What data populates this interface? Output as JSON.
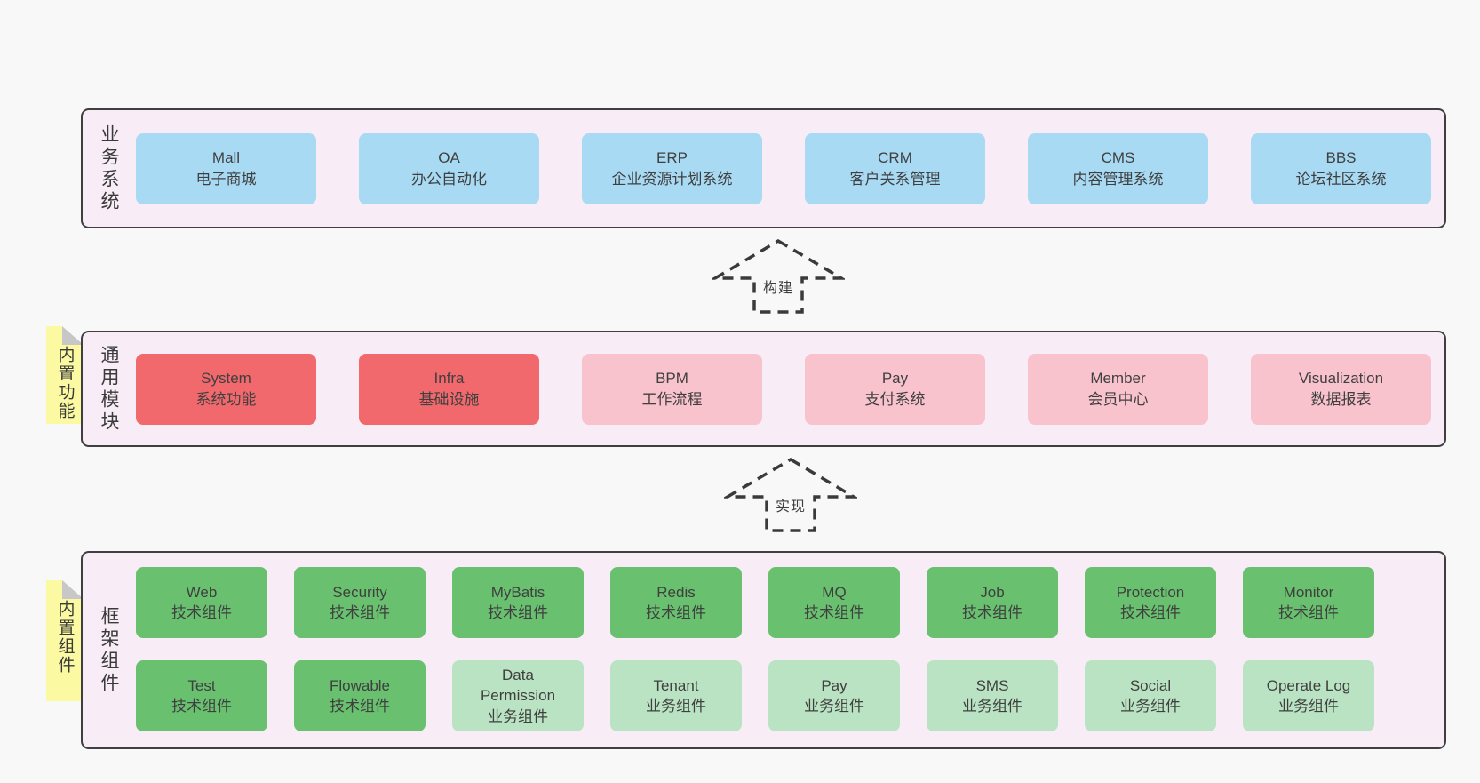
{
  "colors": {
    "page_bg": "#f8f8f8",
    "panel_bg": "#f8edf6",
    "panel_border": "#3f3f3f",
    "box_blue": "#a8daf4",
    "box_red": "#f1696c",
    "box_pink": "#f9c3cd",
    "box_green_dark": "#69c170",
    "box_green_light": "#b9e3c2",
    "sticky_yellow": "#fbf9a2",
    "sticky_fold_gray": "#c7c7c7",
    "text": "#3f3f3f"
  },
  "panel_business": {
    "label": "业务系统",
    "boxes": [
      {
        "name": "Mall",
        "subtitle": "电子商城",
        "variant": "blue"
      },
      {
        "name": "OA",
        "subtitle": "办公自动化",
        "variant": "blue"
      },
      {
        "name": "ERP",
        "subtitle": "企业资源计划系统",
        "variant": "blue"
      },
      {
        "name": "CRM",
        "subtitle": "客户关系管理",
        "variant": "blue"
      },
      {
        "name": "CMS",
        "subtitle": "内容管理系统",
        "variant": "blue"
      },
      {
        "name": "BBS",
        "subtitle": "论坛社区系统",
        "variant": "blue"
      }
    ]
  },
  "arrow_build": {
    "label": "构建"
  },
  "panel_modules": {
    "label": "通用模块",
    "sticky": "内置功能",
    "boxes": [
      {
        "name": "System",
        "subtitle": "系统功能",
        "variant": "red"
      },
      {
        "name": "Infra",
        "subtitle": "基础设施",
        "variant": "red"
      },
      {
        "name": "BPM",
        "subtitle": "工作流程",
        "variant": "pink"
      },
      {
        "name": "Pay",
        "subtitle": "支付系统",
        "variant": "pink"
      },
      {
        "name": "Member",
        "subtitle": "会员中心",
        "variant": "pink"
      },
      {
        "name": "Visualization",
        "subtitle": "数据报表",
        "variant": "pink"
      }
    ]
  },
  "arrow_implement": {
    "label": "实现"
  },
  "panel_framework": {
    "label": "框架组件",
    "sticky": "内置组件",
    "row1": [
      {
        "name": "Web",
        "subtitle": "技术组件",
        "variant": "green_dark"
      },
      {
        "name": "Security",
        "subtitle": "技术组件",
        "variant": "green_dark"
      },
      {
        "name": "MyBatis",
        "subtitle": "技术组件",
        "variant": "green_dark"
      },
      {
        "name": "Redis",
        "subtitle": "技术组件",
        "variant": "green_dark"
      },
      {
        "name": "MQ",
        "subtitle": "技术组件",
        "variant": "green_dark"
      },
      {
        "name": "Job",
        "subtitle": "技术组件",
        "variant": "green_dark"
      },
      {
        "name": "Protection",
        "subtitle": "技术组件",
        "variant": "green_dark"
      },
      {
        "name": "Monitor",
        "subtitle": "技术组件",
        "variant": "green_dark"
      }
    ],
    "row2": [
      {
        "name": "Test",
        "subtitle": "技术组件",
        "variant": "green_dark"
      },
      {
        "name": "Flowable",
        "subtitle": "技术组件",
        "variant": "green_dark"
      },
      {
        "name": "Data\nPermission",
        "subtitle": "业务组件",
        "variant": "green_light"
      },
      {
        "name": "Tenant",
        "subtitle": "业务组件",
        "variant": "green_light"
      },
      {
        "name": "Pay",
        "subtitle": "业务组件",
        "variant": "green_light"
      },
      {
        "name": "SMS",
        "subtitle": "业务组件",
        "variant": "green_light"
      },
      {
        "name": "Social",
        "subtitle": "业务组件",
        "variant": "green_light"
      },
      {
        "name": "Operate Log",
        "subtitle": "业务组件",
        "variant": "green_light"
      }
    ]
  }
}
